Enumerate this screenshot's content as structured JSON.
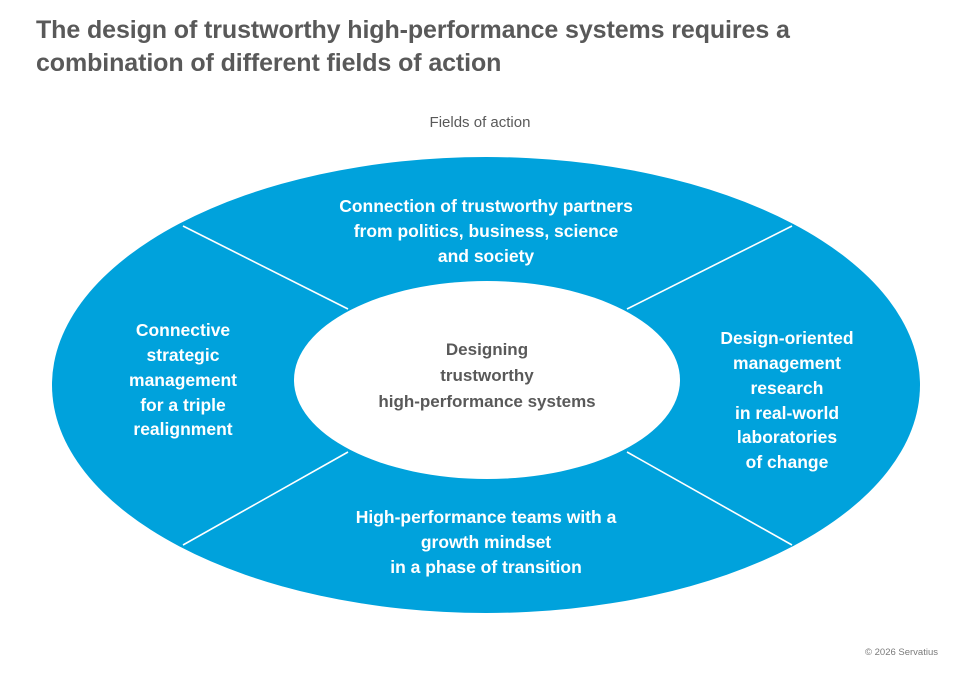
{
  "slide": {
    "title_lines": [
      "The design of trustworthy high-performance systems requires a",
      "combination of different fields of action"
    ],
    "caption": "Fields of action",
    "copyright": "© 2026 Servatius"
  },
  "colors": {
    "ring": "#00a2dc",
    "ring_text": "#ffffff",
    "divider": "#ffffff",
    "hub_fill": "#ffffff",
    "hub_text": "#595959",
    "title_text": "#595959",
    "caption_text": "#595959",
    "background": "#ffffff",
    "footer_text": "#7a7a7a"
  },
  "chart_data": {
    "type": "pie",
    "title": "Fields of action",
    "subtitle": "",
    "xlabel": "",
    "ylabel": "",
    "legend": "none",
    "grid": false,
    "shape": "donut-ellipse",
    "segment_count": 4,
    "values": [
      25,
      25,
      25,
      25
    ],
    "categories": [
      "Connection of trustworthy partners from politics, business, science and society",
      "Design-oriented management research in real-world laboratories of change",
      "High-performance teams with a growth mindset in a phase of transition",
      "Connective strategic management for a triple realignment"
    ],
    "hub_label": "Designing trustworthy high-performance systems",
    "annotations": [
      "Fields of action",
      "© 2026 Servatius"
    ]
  },
  "diagram": {
    "hub": {
      "lines": [
        "Designing",
        "trustworthy",
        "high-performance systems"
      ]
    },
    "segments": [
      {
        "position": "top",
        "lines": [
          "Connection of trustworthy partners",
          "from politics, business, science",
          "and society"
        ]
      },
      {
        "position": "right",
        "lines": [
          "Design-oriented",
          "management",
          "research",
          "in real-world",
          "laboratories",
          "of change"
        ]
      },
      {
        "position": "bottom",
        "lines": [
          "High-performance teams with a",
          "growth mindset",
          "in a phase of transition"
        ]
      },
      {
        "position": "left",
        "lines": [
          "Connective",
          "strategic",
          "management",
          "for a triple",
          "realignment"
        ]
      }
    ]
  }
}
